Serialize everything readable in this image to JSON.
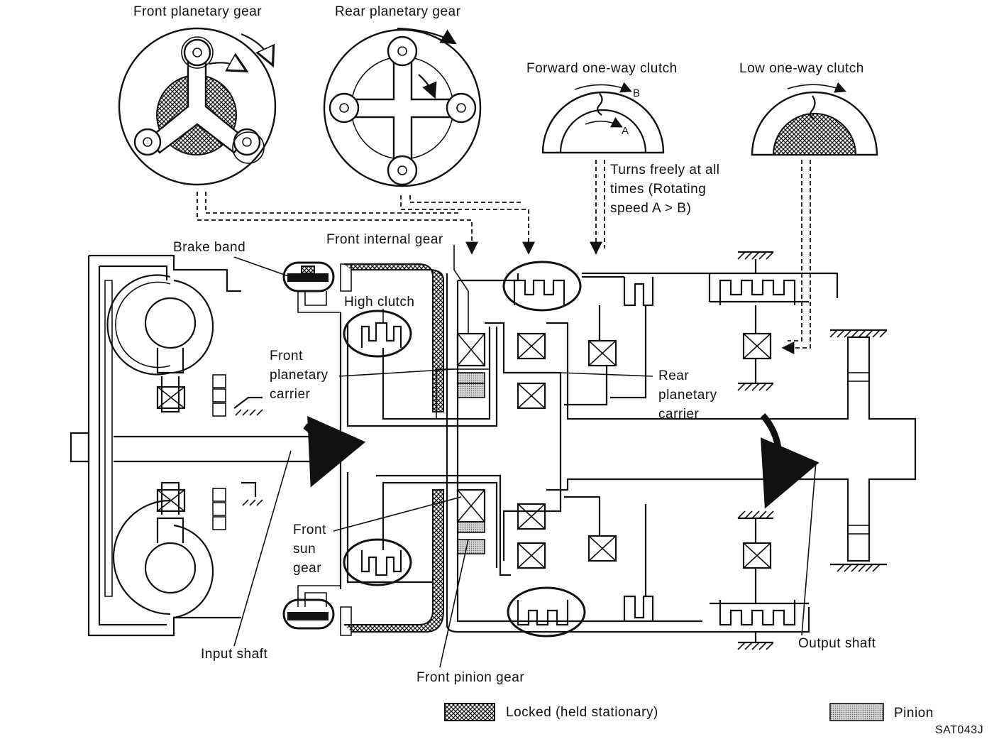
{
  "labels": {
    "front_planetary_gear": "Front planetary gear",
    "rear_planetary_gear": "Rear planetary gear",
    "forward_one_way_clutch": "Forward one-way clutch",
    "low_one_way_clutch": "Low one-way clutch",
    "clutch_mark_a": "A",
    "clutch_mark_b": "B",
    "turns_freely_line1": "Turns freely at all",
    "turns_freely_line2": "times (Rotating",
    "turns_freely_line3": "speed A > B)",
    "brake_band": "Brake band",
    "front_internal_gear": "Front internal gear",
    "high_clutch": "High clutch",
    "front_planetary_carrier_line1": "Front",
    "front_planetary_carrier_line2": "planetary",
    "front_planetary_carrier_line3": "carrier",
    "rear_planetary_carrier_line1": "Rear",
    "rear_planetary_carrier_line2": "planetary",
    "rear_planetary_carrier_line3": "carrier",
    "front_sun_gear_line1": "Front",
    "front_sun_gear_line2": "sun",
    "front_sun_gear_line3": "gear",
    "input_shaft": "Input shaft",
    "output_shaft": "Output shaft",
    "front_pinion_gear": "Front pinion gear"
  },
  "legend": {
    "locked": "Locked (held stationary)",
    "pinion": "Pinion"
  },
  "figure_code": "SAT043J"
}
